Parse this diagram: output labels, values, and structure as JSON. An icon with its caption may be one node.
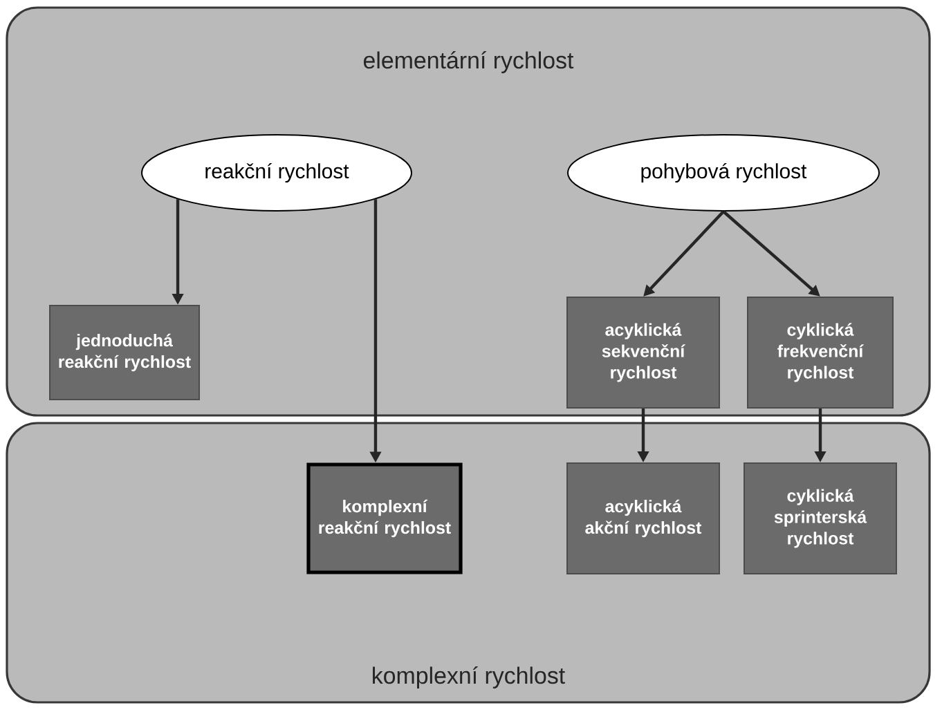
{
  "diagram": {
    "nodes": [
      {
        "text": [
          "elementární rychlost"
        ]
      },
      {
        "text": [
          "reakční rychlost"
        ],
        "in": 0
      },
      {
        "text": [
          "pohybová rychlost"
        ],
        "in": 0
      },
      {
        "text": [
          "jednoduchá reakční rychlost"
        ],
        "in": 0
      },
      {
        "text": [
          "acyklická sekvenční rychlost"
        ],
        "in": 0
      },
      {
        "text": [
          "cyklická frekvenční rychlost"
        ],
        "in": 0
      },
      {
        "text": [
          "komplexní rychlost"
        ]
      },
      {
        "text": [
          "komplexní reakční rychlost"
        ],
        "in": 6
      },
      {
        "text": [
          "acyklická akční rychlost"
        ],
        "in": 6
      },
      {
        "text": [
          "cyklická sprinterská rychlost"
        ],
        "in": 6
      }
    ],
    "edges": [
      {
        "from": 1,
        "to": 3,
        "arrow": "to"
      },
      {
        "from": 1,
        "to": 7,
        "arrow": "to"
      },
      {
        "from": 2,
        "to": 4,
        "arrow": "to"
      },
      {
        "from": 2,
        "to": 5,
        "arrow": "to"
      },
      {
        "from": 4,
        "to": 8,
        "arrow": "to"
      },
      {
        "from": 5,
        "to": 9,
        "arrow": "to"
      }
    ]
  }
}
